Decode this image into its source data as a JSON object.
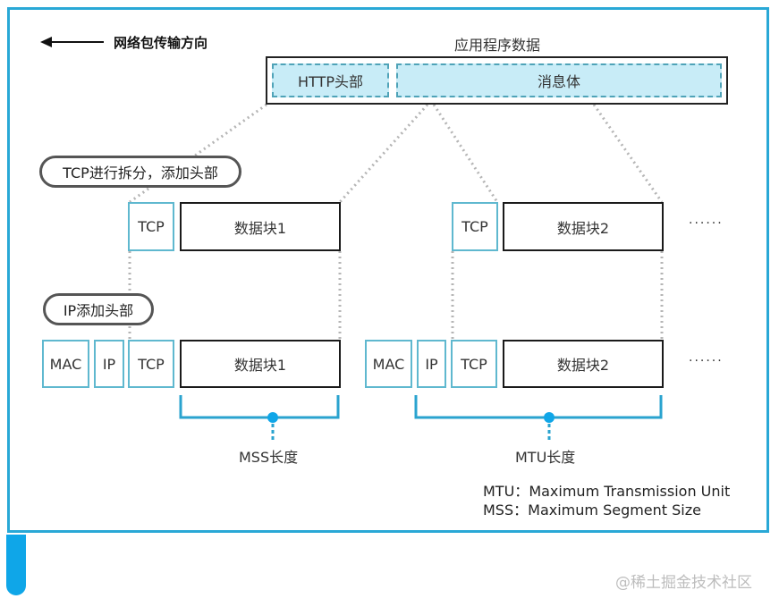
{
  "direction": {
    "label": "网络包传输方向",
    "arrow_icon": "left-arrow"
  },
  "app_data": {
    "title": "应用程序数据",
    "http_header": "HTTP头部",
    "message_body": "消息体"
  },
  "steps": {
    "tcp_split": "TCP进行拆分，添加头部",
    "ip_add": "IP添加头部"
  },
  "tcp_row": {
    "segments": [
      {
        "header": "TCP",
        "data": "数据块1"
      },
      {
        "header": "TCP",
        "data": "数据块2"
      }
    ],
    "ellipsis": "······"
  },
  "ip_row": {
    "packets": [
      {
        "mac": "MAC",
        "ip": "IP",
        "tcp": "TCP",
        "data": "数据块1"
      },
      {
        "mac": "MAC",
        "ip": "IP",
        "tcp": "TCP",
        "data": "数据块2"
      }
    ],
    "ellipsis": "······"
  },
  "brackets": {
    "mss": "MSS长度",
    "mtu": "MTU长度"
  },
  "legend": [
    {
      "abbr": "MTU",
      "sep": "：",
      "full": "Maximum Transmission Unit"
    },
    {
      "abbr": "MSS",
      "sep": "：",
      "full": "Maximum Segment Size"
    }
  ],
  "watermark": "@稀土掘金技术社区",
  "colors": {
    "frame": "#29a8d6",
    "accent": "#0fa6e8",
    "header_border": "#5fb8cf",
    "dash_fill": "#c8ecf7",
    "bracket": "#2aa3cf"
  }
}
